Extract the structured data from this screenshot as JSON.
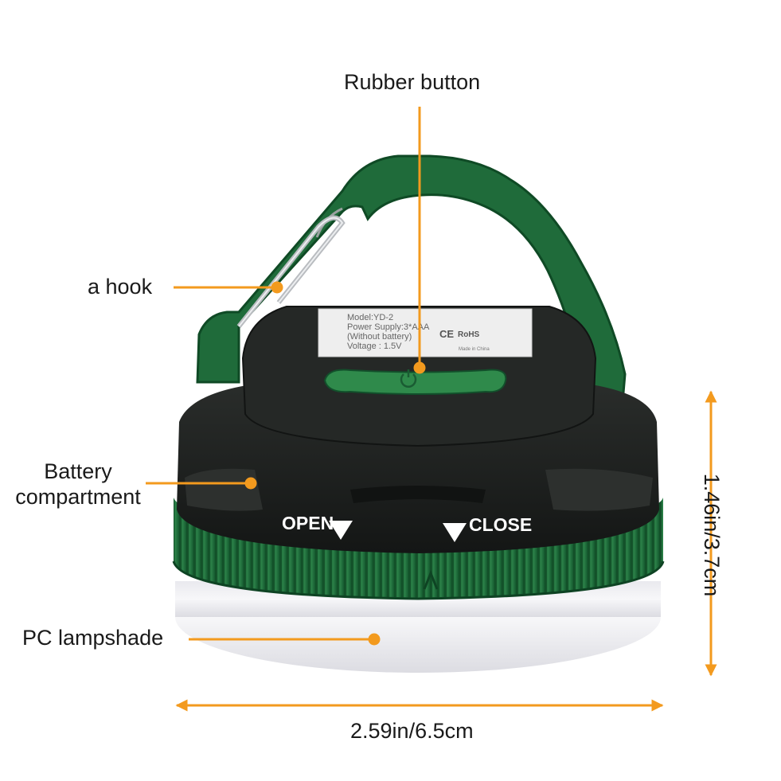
{
  "labels": {
    "rubber_button": "Rubber button",
    "hook": "a hook",
    "battery_line1": "Battery",
    "battery_line2": "compartment",
    "lampshade": "PC lampshade",
    "width": "2.59in/6.5cm",
    "height": "1.46in/3.7cm"
  },
  "product": {
    "sticker_line1": "Model:YD-2",
    "sticker_line2": "Power Supply:3*AAA",
    "sticker_line3": "(Without battery)",
    "sticker_line4": "Voltage : 1.5V",
    "sticker_ce": "CE",
    "sticker_rohs": "RoHS",
    "sticker_made": "Made in China",
    "open_text": "OPEN",
    "close_text": "CLOSE"
  },
  "colors": {
    "accent": "#f39a1e",
    "body_green": "#1f6b3a",
    "body_black": "#1c1e1d",
    "lampshade": "#f2f2f4"
  }
}
